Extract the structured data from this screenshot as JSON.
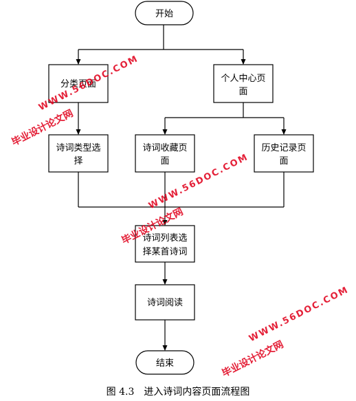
{
  "nodes": {
    "start": "开始",
    "category_page": "分类页面",
    "personal_center": [
      "个人中心页",
      "面"
    ],
    "poem_type_select": [
      "诗词类型选",
      "择"
    ],
    "poem_favorites": [
      "诗词收藏页",
      "面"
    ],
    "history_records": [
      "历史记录页",
      "面"
    ],
    "poem_list_select": [
      "诗词列表选",
      "择某首诗词"
    ],
    "poem_reading": "诗词阅读",
    "end": "结束"
  },
  "caption": "图 4.3　进入诗词内容页面流程图",
  "watermarks": [
    {
      "text": "毕业设计论文网",
      "url": "WWW.56DOC.COM"
    },
    {
      "text": "毕业设计论文网",
      "url": "WWW.56DOC.COM"
    },
    {
      "text": "毕业设计论文网",
      "url": "WWW.56DOC.COM"
    }
  ],
  "colors": {
    "stroke": "#000000",
    "watermark": "#e0001b"
  }
}
